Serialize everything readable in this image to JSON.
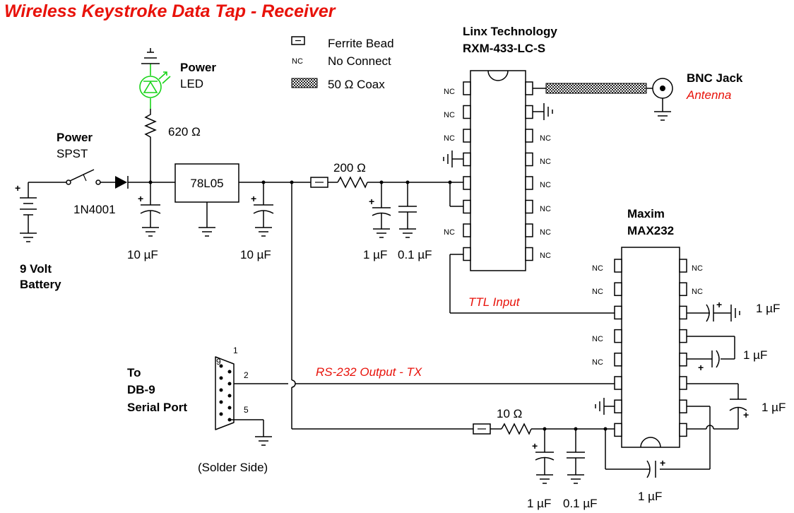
{
  "title": "Wireless Keystroke Data Tap - Receiver",
  "legend": {
    "ferrite_bead": "Ferrite Bead",
    "nc_abbrev": "NC",
    "no_connect": "No Connect",
    "coax": "50 Ω Coax"
  },
  "receiver_module": {
    "maker": "Linx Technology",
    "part": "RXM-433-LC-S"
  },
  "antenna": {
    "name": "BNC Jack",
    "role": "Antenna"
  },
  "power_led": {
    "line1": "Power",
    "line2": "LED",
    "resistor": "620 Ω"
  },
  "power_switch": {
    "line1": "Power",
    "line2": "SPST"
  },
  "diode": "1N4001",
  "regulator": "78L05",
  "battery": {
    "line1": "9 Volt",
    "line2": "Battery"
  },
  "capacitors": {
    "c_reg_in": "10 µF",
    "c_reg_out": "10 µF",
    "c_rx_1": "1 µF",
    "c_rx_2": "0.1 µF",
    "c_max_1": "1 µF",
    "c_max_2": "1 µF",
    "c_max_3": "1 µF",
    "c_max_4": "1 µF",
    "c_max_sup_1": "1 µF",
    "c_max_sup_2": "0.1 µF"
  },
  "resistors": {
    "r_rx": "200 Ω",
    "r_max": "10 Ω"
  },
  "max232": {
    "maker": "Maxim",
    "part": "MAX232"
  },
  "signals": {
    "ttl_input": "TTL Input",
    "rs232_output": "RS-232 Output - TX"
  },
  "db9": {
    "line1": "To",
    "line2": "DB-9",
    "line3": "Serial Port",
    "note": "(Solder Side)",
    "pin1": "1",
    "pin9": "9",
    "pin2": "2",
    "pin5": "5"
  },
  "nc_label": "NC",
  "plus_sign": "+"
}
